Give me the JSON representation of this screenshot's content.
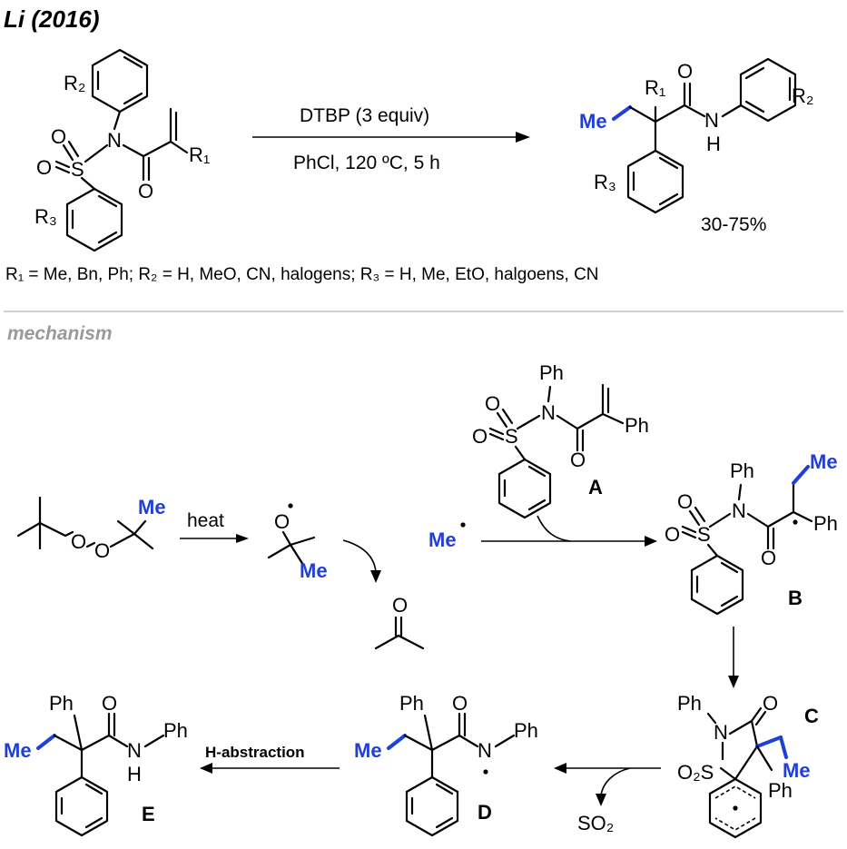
{
  "title": "Li (2016)",
  "reaction": {
    "reagent": "DTBP (3 equiv)",
    "conditions": "PhCl, 120 ºC, 5 h",
    "yield": "30-75%",
    "substituents_note": "R₁ = Me, Bn, Ph; R₂ = H, MeO, CN, halogens; R₃ = H, Me, EtO, halgoens, CN"
  },
  "mechanism_heading": "mechanism",
  "mechanism": {
    "heat_label": "heat",
    "h_abstraction_label": "H-abstraction",
    "so2_label": "SO₂",
    "compound_labels": [
      "A",
      "B",
      "C",
      "D",
      "E"
    ],
    "methyl_radical": "Me",
    "blue_color": "#1f3fd6"
  },
  "atoms": {
    "me": "Me",
    "ph": "Ph",
    "o": "O",
    "n": "N",
    "s": "S",
    "h": "H",
    "r1": "R₁",
    "r2": "R₂",
    "r3": "R₃",
    "o2s": "O₂S"
  }
}
